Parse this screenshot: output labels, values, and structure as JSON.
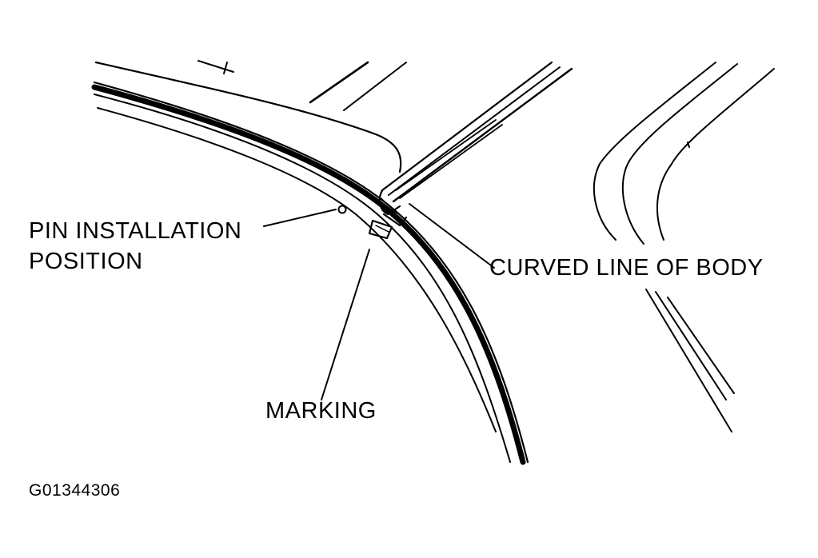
{
  "labels": {
    "pin_line1": "PIN INSTALLATION",
    "pin_line2": "POSITION",
    "curved_line": "CURVED LINE OF BODY",
    "marking": "MARKING"
  },
  "figure_code": "G01344306",
  "colors": {
    "ink": "#000000",
    "paper": "#ffffff"
  }
}
